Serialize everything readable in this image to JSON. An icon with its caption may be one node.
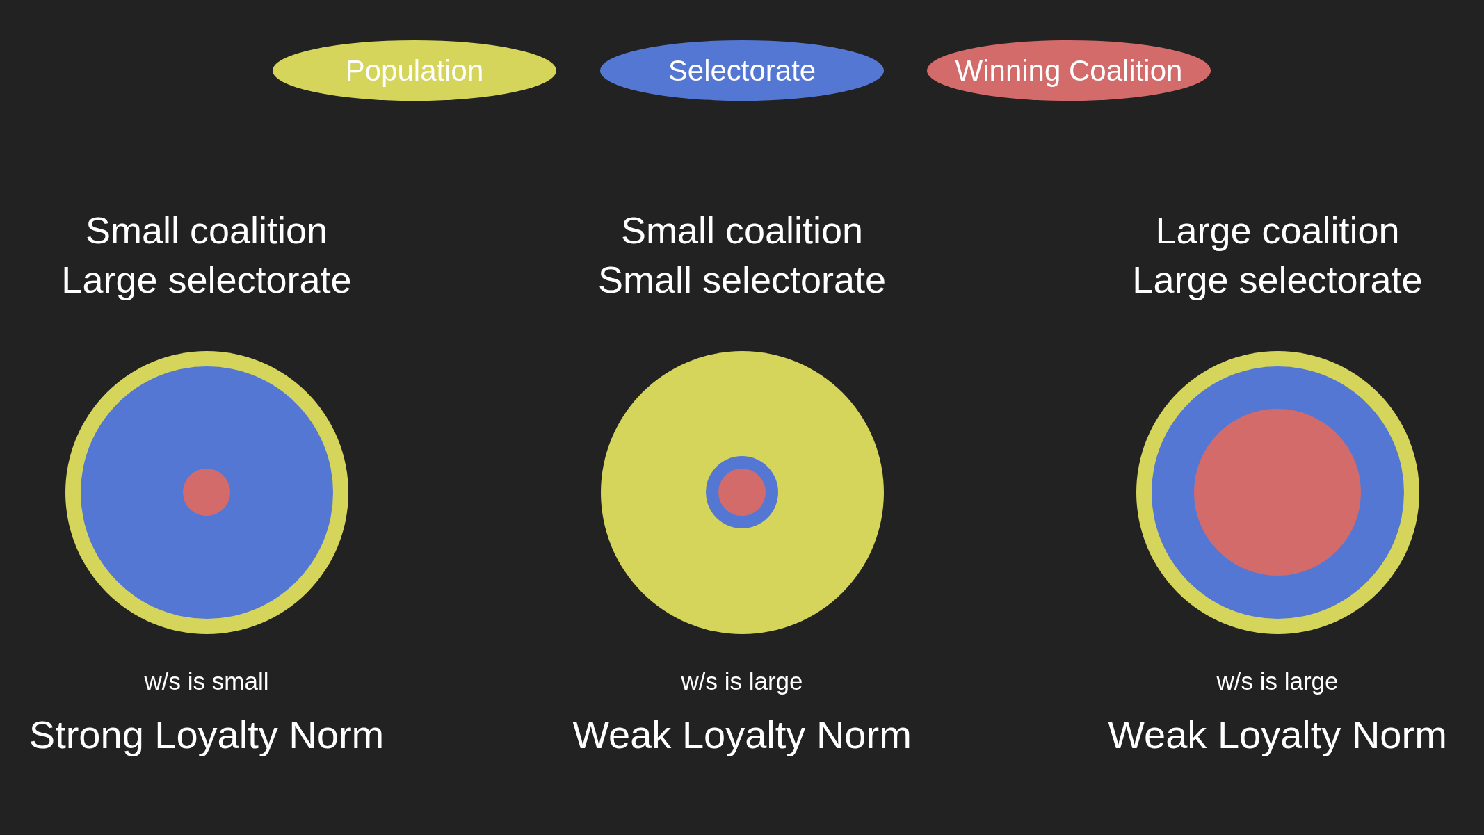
{
  "diagram": {
    "nodes": [
      {
        "text": [],
        "shape": "circle",
        "beside": [
          "Small coalition Large selectorate",
          "w/s is small",
          "Strong Loyalty Norm"
        ]
      },
      {
        "text": [],
        "shape": "circle",
        "in": 0
      },
      {
        "text": [],
        "shape": "circle",
        "in": 1
      },
      {
        "text": [],
        "shape": "circle",
        "beside": [
          "Small coalition Small selectorate",
          "w/s is large",
          "Weak Loyalty Norm"
        ]
      },
      {
        "text": [],
        "shape": "circle",
        "in": 3
      },
      {
        "text": [],
        "shape": "circle",
        "in": 4
      },
      {
        "text": [],
        "shape": "circle",
        "beside": [
          "Large coalition Large selectorate",
          "w/s is large",
          "Weak Loyalty Norm"
        ]
      },
      {
        "text": [],
        "shape": "circle",
        "in": 6
      },
      {
        "text": [],
        "shape": "circle",
        "in": 7
      }
    ],
    "legend": [
      {
        "text": "Population",
        "color": "#d4d55a"
      },
      {
        "text": "Selectorate",
        "color": "#5577d4"
      },
      {
        "text": "Winning Coalition",
        "color": "#d46b6b"
      }
    ]
  }
}
